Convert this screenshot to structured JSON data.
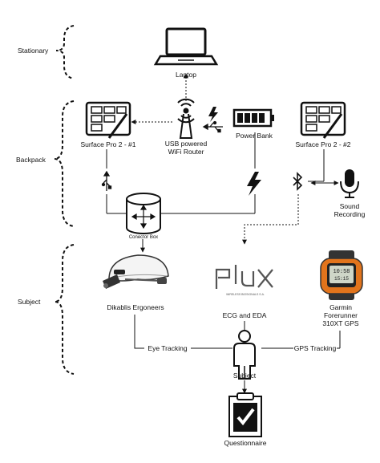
{
  "groups": {
    "stationary": "Stationary",
    "backpack": "Backpack",
    "subject": "Subject"
  },
  "nodes": {
    "laptop": "Laptop",
    "router_line1": "USB powered",
    "router_line2": "WiFi Router",
    "power_bank": "Power Bank",
    "surface1": "Surface Pro 2 - #1",
    "surface2": "Surface Pro 2 - #2",
    "connector_box": "Conector Box",
    "sound_line1": "Sound",
    "sound_line2": "Recording",
    "dikablis": "Dikablis Ergoneers",
    "plux_logo": "pluX",
    "plux_tagline": "WIRELESS BIOSIGNALS S.A.",
    "ecg": "ECG and EDA",
    "garmin_line1": "Garmin",
    "garmin_line2": "Forerunner",
    "garmin_line3": "310XT GPS",
    "subject_person": "Subject",
    "questionnaire": "Questionnaire"
  },
  "edges": {
    "eye_tracking": "Eye Tracking",
    "gps_tracking": "GPS Tracking"
  },
  "icons": [
    "laptop-icon",
    "router-icon",
    "battery-icon",
    "tablet-icon",
    "usb-icon",
    "lightning-icon",
    "bluetooth-icon",
    "microphone-icon",
    "database-icon",
    "headset-icon",
    "watch-icon",
    "person-icon",
    "clipboard-icon"
  ]
}
